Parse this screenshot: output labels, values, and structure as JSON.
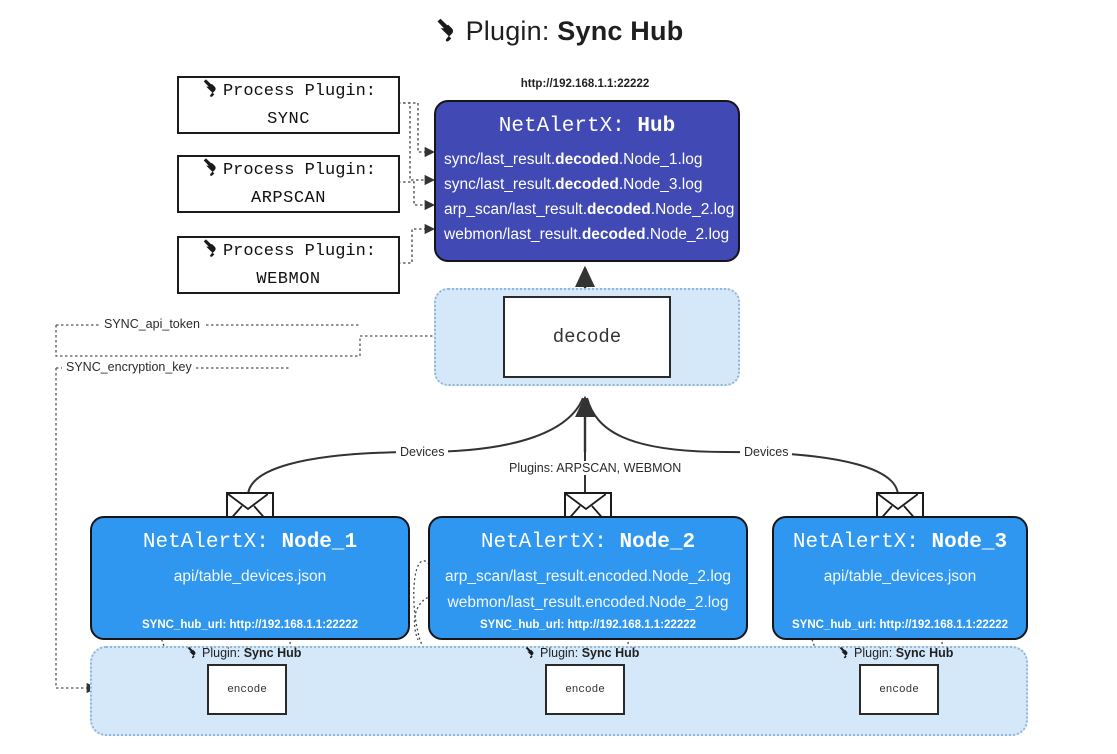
{
  "title": {
    "icon": "plug-icon",
    "prefix": "Plugin:",
    "name": "Sync Hub"
  },
  "hub": {
    "url": "http://192.168.1.1:22222",
    "app": "NetAlertX:",
    "name": "Hub",
    "logs": [
      {
        "pre": "sync/last_result.",
        "em": "decoded",
        "post": ".Node_1.log"
      },
      {
        "pre": "sync/last_result.",
        "em": "decoded",
        "post": ".Node_3.log"
      },
      {
        "pre": "arp_scan/last_result.",
        "em": "decoded",
        "post": ".Node_2.log"
      },
      {
        "pre": "webmon/last_result.",
        "em": "decoded",
        "post": ".Node_2.log"
      }
    ]
  },
  "process_plugins": [
    {
      "line1": "Process Plugin:",
      "line2": "SYNC",
      "icon": "plug-icon"
    },
    {
      "line1": "Process Plugin:",
      "line2": "ARPSCAN",
      "icon": "plug-icon"
    },
    {
      "line1": "Process Plugin:",
      "line2": "WEBMON",
      "icon": "plug-icon"
    }
  ],
  "decode": {
    "label": "decode"
  },
  "settings_labels": [
    {
      "text": "SYNC_api_token"
    },
    {
      "text": "SYNC_encryption_key"
    }
  ],
  "edge_labels": {
    "devices_left": "Devices",
    "devices_right": "Devices",
    "plugins_center": "Plugins: ARPSCAN, WEBMON"
  },
  "nodes": [
    {
      "app": "NetAlertX:",
      "name": "Node_1",
      "rows": [
        "api/table_devices.json"
      ],
      "footer": "SYNC_hub_url: http://192.168.1.1:22222",
      "icon": "envelope-icon"
    },
    {
      "app": "NetAlertX:",
      "name": "Node_2",
      "rows": [
        "arp_scan/last_result.encoded.Node_2.log",
        "webmon/last_result.encoded.Node_2.log"
      ],
      "footer": "SYNC_hub_url: http://192.168.1.1:22222",
      "icon": "envelope-icon"
    },
    {
      "app": "NetAlertX:",
      "name": "Node_3",
      "rows": [
        "api/table_devices.json"
      ],
      "footer": "SYNC_hub_url: http://192.168.1.1:22222",
      "icon": "envelope-icon"
    }
  ],
  "encoders": [
    {
      "tag_prefix": "Plugin:",
      "tag_name": "Sync Hub",
      "label": "encode",
      "icon": "plug-icon"
    },
    {
      "tag_prefix": "Plugin:",
      "tag_name": "Sync Hub",
      "label": "encode",
      "icon": "plug-icon"
    },
    {
      "tag_prefix": "Plugin:",
      "tag_name": "Sync Hub",
      "label": "encode",
      "icon": "plug-icon"
    }
  ],
  "colors": {
    "hub_fill": "#4049b4",
    "node_fill": "#2f97ef",
    "container_fill": "#d5e8fa",
    "container_border": "#8fb8d8",
    "stroke": "#333333",
    "background": "#ffffff"
  }
}
